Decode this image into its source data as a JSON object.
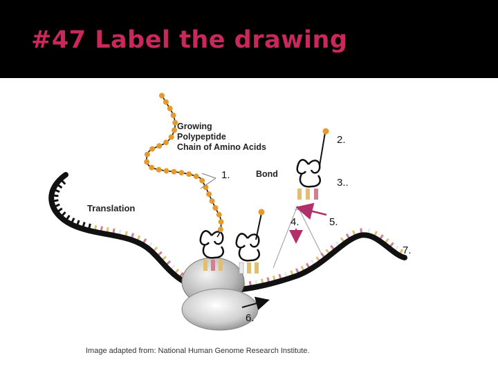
{
  "slide": {
    "title": "#47 Label the drawing",
    "title_color": "#c8285a",
    "header_color": "#000000"
  },
  "diagram": {
    "labels": {
      "growing": [
        "Growing",
        "Polypeptide",
        "Chain of Amino Acids"
      ],
      "bond": "Bond",
      "translation": "Translation"
    },
    "blanks": [
      "1.",
      "2.",
      "3..",
      "4.",
      "5.",
      "6.",
      "7."
    ],
    "credit": "Image adapted from: National Human Genome Research Institute.",
    "colors": {
      "amino_acid": "#e39a2e",
      "mrna": "#111111",
      "ribosome": "#c8c8c8",
      "arrow": "#b0306a"
    }
  }
}
